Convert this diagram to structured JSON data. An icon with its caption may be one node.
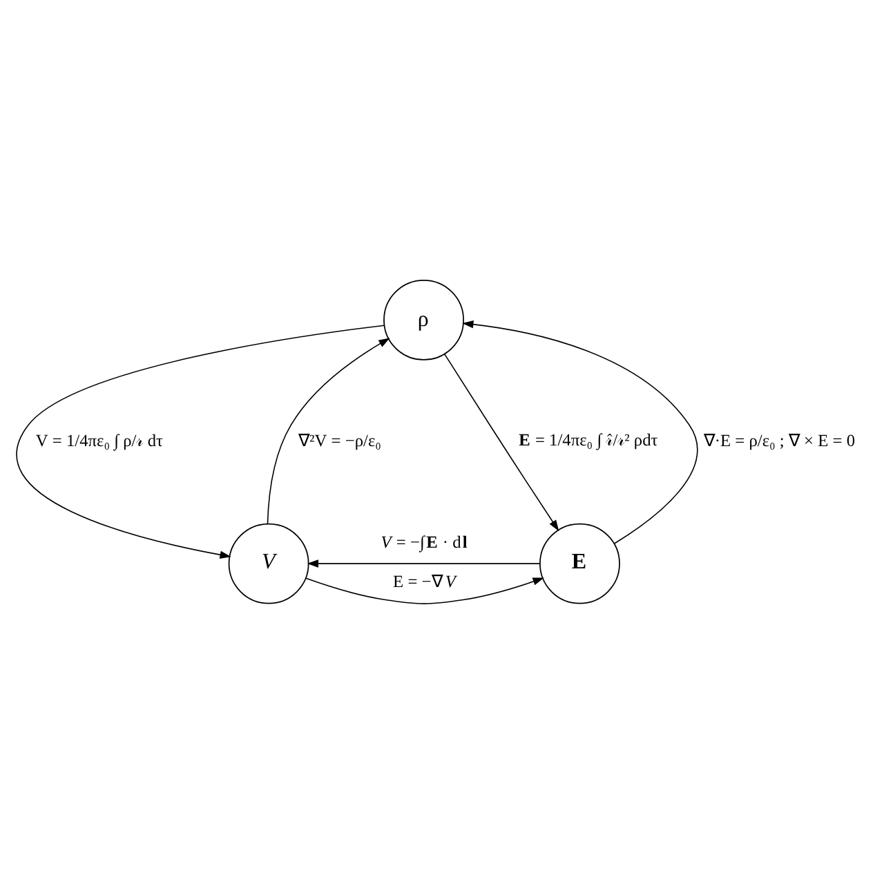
{
  "diagram": {
    "nodes": [
      {
        "text": [
          "ρ"
        ]
      },
      {
        "text": [
          "V"
        ]
      },
      {
        "text": [
          "E"
        ]
      }
    ],
    "edges": [
      {
        "from": 0,
        "to": 1,
        "arrow": "to",
        "label": "V = 1/4πε₀ ∫ ρ/𝓇 dτ"
      },
      {
        "from": 1,
        "to": 0,
        "arrow": "to",
        "label": "∇²V = −ρ/ε₀"
      },
      {
        "from": 0,
        "to": 2,
        "arrow": "to",
        "label": "**E** = 1/4πε₀ ∫ 𝓇̂/𝓇² ρdτ"
      },
      {
        "from": 2,
        "to": 0,
        "arrow": "to",
        "label": "∇·E = ρ/ε₀ ; ∇ × E = 0"
      },
      {
        "from": 1,
        "to": 2,
        "arrow": "to",
        "label": "E = −∇*V*"
      },
      {
        "from": 2,
        "to": 1,
        "arrow": "to",
        "label": "*V* = −∫**E** · d**l**"
      }
    ]
  }
}
